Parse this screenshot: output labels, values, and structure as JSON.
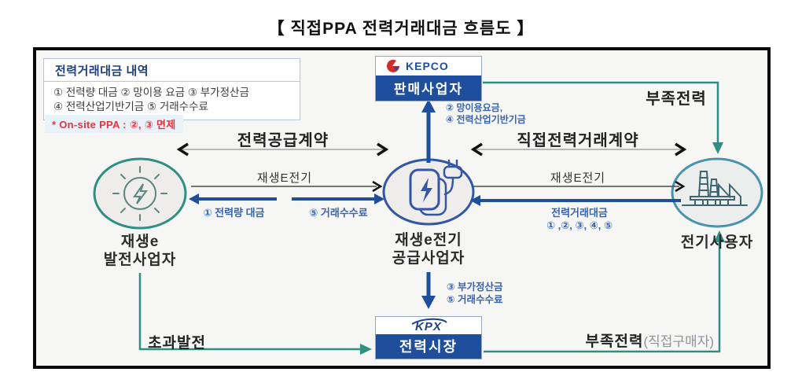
{
  "title": "【 직접PPA 전력거래대금 흐름도 】",
  "legend": {
    "header": "전력거래대금 내역",
    "line1": "① 전력량 대금  ② 망이용 요금  ③ 부가정산금",
    "line2": "④ 전력산업기반기금  ⑤ 거래수수료",
    "note": "* On-site PPA : ②, ③ 면제"
  },
  "nodes": {
    "seller": {
      "logo": "KEPCO",
      "label": "판매사업자"
    },
    "generator": {
      "line1": "재생e",
      "line2": "발전사업자"
    },
    "supplier": {
      "line1": "재생e전기",
      "line2": "공급사업자"
    },
    "consumer": {
      "label": "전기사용자"
    },
    "market": {
      "logo": "KPX",
      "label": "전력시장"
    }
  },
  "edges": {
    "supply_contract": "전력공급계약",
    "direct_trade_contract": "직접전력거래계약",
    "renewable_power_left": "재생E전기",
    "renewable_power_right": "재생E전기",
    "energy_payment": "① 전력량 대금",
    "trade_fee": "⑤ 거래수수료",
    "trade_payment_title": "전력거래대금",
    "trade_payment_items": "① ,②, ③, ④, ⑤",
    "grid_fee_line1": "② 망이용요금,",
    "grid_fee_line2": "④ 전력산업기반기금",
    "settlement_line1": "③ 부가정산금",
    "settlement_line2": "⑤ 거래수수료",
    "shortage_power_top": "부족전력",
    "shortage_power_bottom": "부족전력",
    "shortage_power_bottom_suffix": "(직접구매자)",
    "excess_generation": "초과발전"
  },
  "colors": {
    "accent_blue": "#1e4e9c",
    "label_blue": "#3a63ae",
    "teal": "#2f8f82",
    "red": "#e03642",
    "circle_teal_border": "#2f8f82",
    "circle_blue_border": "#3457a5",
    "circle_steel_border": "#4a93ad"
  }
}
